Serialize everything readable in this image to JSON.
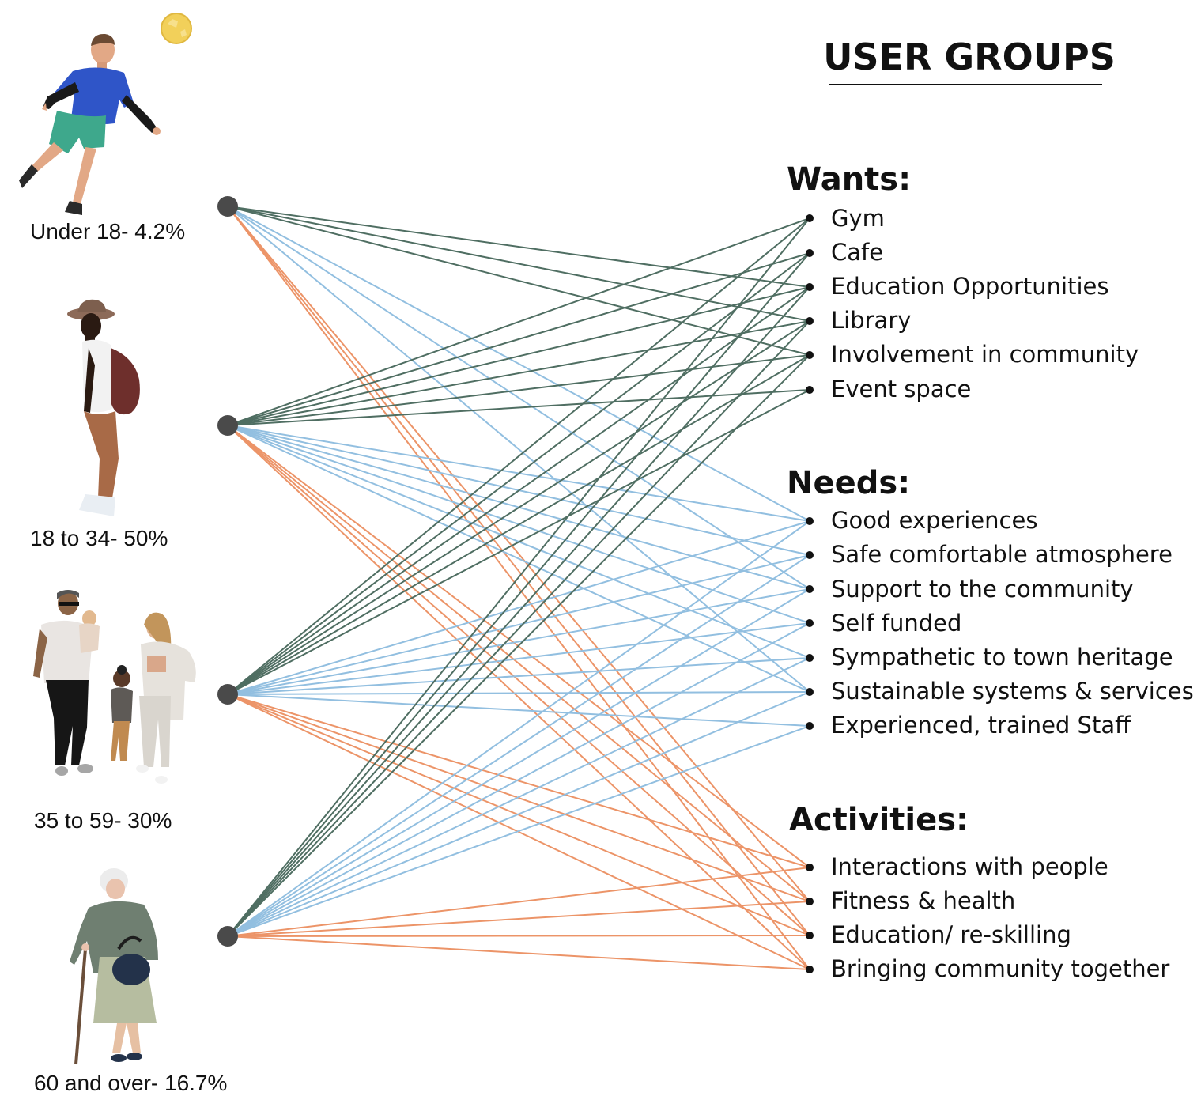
{
  "title": "USER GROUPS",
  "groups": [
    {
      "id": "g1",
      "label": "Under 18- 4.2%"
    },
    {
      "id": "g2",
      "label": "18 to 34- 50%"
    },
    {
      "id": "g3",
      "label": "35 to 59- 30%"
    },
    {
      "id": "g4",
      "label": "60 and over- 16.7%"
    }
  ],
  "sections": [
    {
      "id": "wants",
      "heading": "Wants:",
      "items": [
        "Gym",
        "Cafe",
        "Education Opportunities",
        "Library",
        "Involvement in community",
        "Event space"
      ]
    },
    {
      "id": "needs",
      "heading": "Needs:",
      "items": [
        "Good experiences",
        "Safe comfortable atmosphere",
        "Support to the community",
        "Self funded",
        "Sympathetic to town heritage",
        "Sustainable systems & services",
        "Experienced, trained Staff"
      ]
    },
    {
      "id": "activities",
      "heading": "Activities:",
      "items": [
        "Interactions with people",
        "Fitness & health",
        "Education/ re-skilling",
        "Bringing community together"
      ]
    }
  ],
  "colors": {
    "wants_line": "#4f6e62",
    "needs_line": "#92bfe0",
    "activities_line": "#ec9468",
    "node": "#4a4a4a",
    "text": "#111111"
  },
  "connections": {
    "g1": {
      "wants": [
        2,
        3,
        4
      ],
      "needs": [
        0,
        2,
        5
      ],
      "activities": [
        1,
        2,
        3
      ]
    },
    "g2": {
      "wants": [
        0,
        1,
        2,
        3,
        4,
        5
      ],
      "needs": [
        0,
        1,
        2,
        3,
        4,
        5
      ],
      "activities": [
        0,
        1,
        2,
        3
      ]
    },
    "g3": {
      "wants": [
        0,
        1,
        2,
        3,
        4,
        5
      ],
      "needs": [
        0,
        1,
        2,
        3,
        4,
        5,
        6
      ],
      "activities": [
        0,
        1,
        2,
        3
      ]
    },
    "g4": {
      "wants": [
        0,
        1,
        2,
        3,
        4
      ],
      "needs": [
        0,
        1,
        2,
        3,
        4,
        5,
        6
      ],
      "activities": [
        0,
        1,
        2,
        3
      ]
    }
  },
  "illustrations": [
    {
      "group": "g1",
      "icon": "child-playing-ball-icon"
    },
    {
      "group": "g2",
      "icon": "young-man-backpack-icon"
    },
    {
      "group": "g3",
      "icon": "family-walking-icon"
    },
    {
      "group": "g4",
      "icon": "elderly-woman-cane-icon"
    }
  ]
}
